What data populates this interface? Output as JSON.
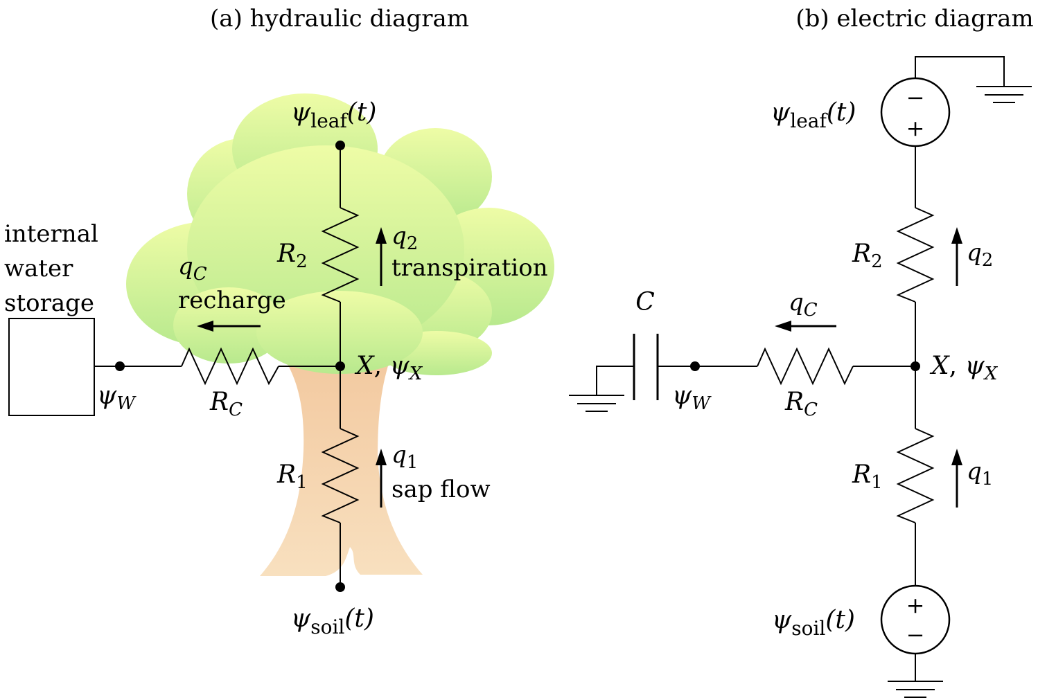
{
  "panel_a": {
    "title": "(a) hydraulic diagram",
    "storage_label_lines": [
      "internal",
      "water",
      "storage"
    ],
    "psi_leaf": {
      "sym": "ψ",
      "sub": "leaf",
      "arg": "(t)"
    },
    "psi_soil": {
      "sym": "ψ",
      "sub": "soil",
      "arg": "(t)"
    },
    "psi_w": {
      "sym": "ψ",
      "sub": "W"
    },
    "node_x": {
      "x": "X",
      "sep": ", ",
      "sym": "ψ",
      "sub": "X"
    },
    "r2": {
      "sym": "R",
      "sub": "2"
    },
    "r1": {
      "sym": "R",
      "sub": "1"
    },
    "rc": {
      "sym": "R",
      "sub": "C"
    },
    "q2": {
      "sym": "q",
      "sub": "2",
      "text": "transpiration"
    },
    "q1": {
      "sym": "q",
      "sub": "1",
      "text": "sap flow"
    },
    "qc": {
      "sym": "q",
      "sub": "C",
      "text": "recharge"
    }
  },
  "panel_b": {
    "title": "(b) electric diagram",
    "psi_leaf": {
      "sym": "ψ",
      "sub": "leaf",
      "arg": "(t)"
    },
    "psi_soil": {
      "sym": "ψ",
      "sub": "soil",
      "arg": "(t)"
    },
    "psi_w": {
      "sym": "ψ",
      "sub": "W"
    },
    "node_x": {
      "x": "X",
      "sep": ", ",
      "sym": "ψ",
      "sub": "X"
    },
    "cap": "C",
    "r2": {
      "sym": "R",
      "sub": "2"
    },
    "r1": {
      "sym": "R",
      "sub": "1"
    },
    "rc": {
      "sym": "R",
      "sub": "C"
    },
    "q2": {
      "sym": "q",
      "sub": "2"
    },
    "q1": {
      "sym": "q",
      "sub": "1"
    },
    "qc": {
      "sym": "q",
      "sub": "C"
    },
    "src_top": {
      "upper": "−",
      "lower": "+"
    },
    "src_bottom": {
      "upper": "+",
      "lower": "−"
    }
  },
  "colors": {
    "canopy_top": "#eefca6",
    "canopy_bottom": "#b8e98e",
    "trunk_top": "#f2c79d",
    "trunk_bottom": "#f8e0bf",
    "ink": "#000000"
  }
}
